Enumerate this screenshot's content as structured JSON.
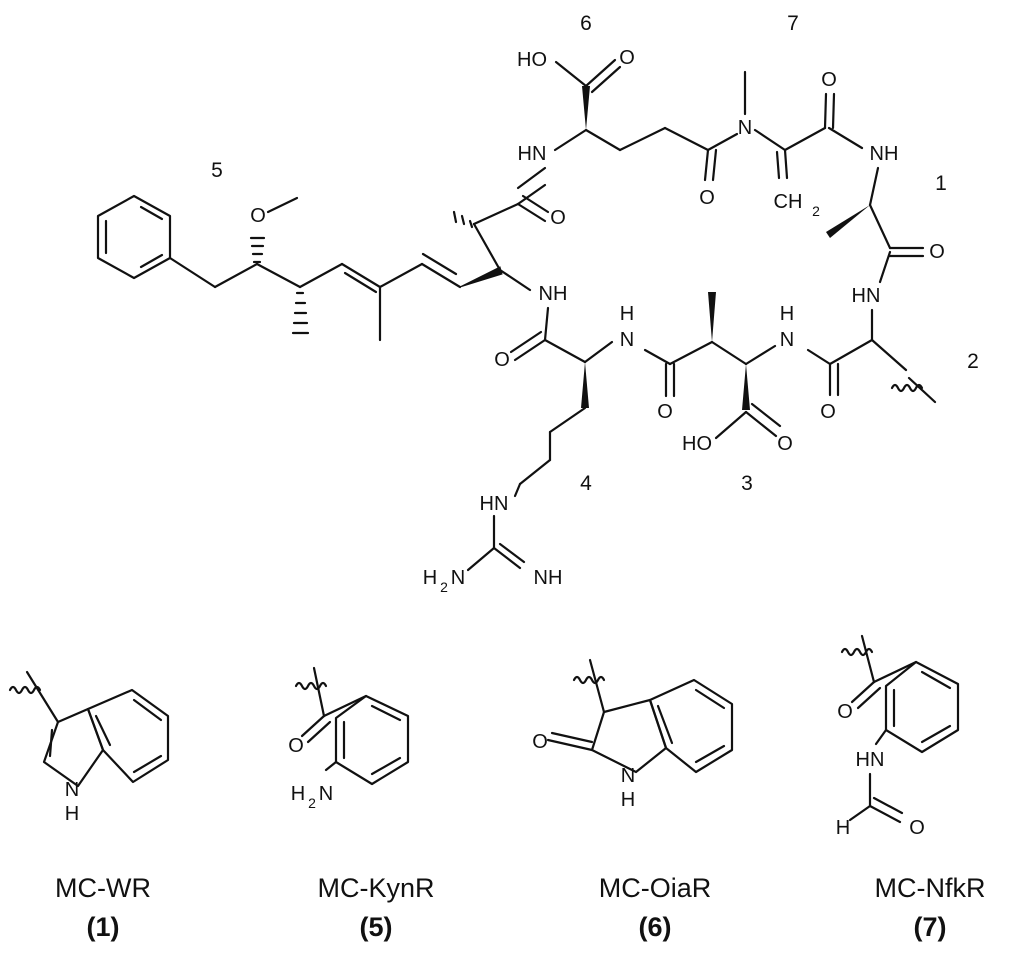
{
  "structure": {
    "position_numbers": [
      "1",
      "2",
      "3",
      "4",
      "5",
      "6",
      "7"
    ],
    "atom_labels": {
      "hn_top": "HN",
      "nh_top_right": "NH",
      "o_top_right": "O",
      "n_methyl": "N",
      "o_amide_bottom": "O",
      "ch2": "CH",
      "ch2_sub": "2",
      "ho_acid_top": "HO",
      "o_acid_top": "O",
      "o_c1": "O",
      "hn_right": "HN",
      "o_methoxy": "O",
      "o_mdha": "O",
      "nh_adda": "NH",
      "o_arg": "O",
      "h_nh_center": "H",
      "n_nh_center": "N",
      "o_center": "O",
      "h_nh_right": "H",
      "n_nh_right": "N",
      "o_right_bottom": "O",
      "ho_acid_bottom": "HO",
      "o_acid_bottom": "O",
      "hn_guan": "HN",
      "h2n_guan": "H",
      "h2n_guan_sub": "2",
      "h2n_guan_n": "N",
      "nh_guan": "NH"
    }
  },
  "variants": [
    {
      "name": "MC-WR",
      "number": "(1)",
      "atoms": {
        "n": "N",
        "h": "H"
      }
    },
    {
      "name": "MC-KynR",
      "number": "(5)",
      "atoms": {
        "o": "O",
        "h2n_h": "H",
        "h2n_sub": "2",
        "h2n_n": "N"
      }
    },
    {
      "name": "MC-OiaR",
      "number": "(6)",
      "atoms": {
        "o": "O",
        "n": "N",
        "h": "H"
      }
    },
    {
      "name": "MC-NfkR",
      "number": "(7)",
      "atoms": {
        "o_top": "O",
        "hn": "HN",
        "h": "H",
        "o_bottom": "O"
      }
    }
  ]
}
